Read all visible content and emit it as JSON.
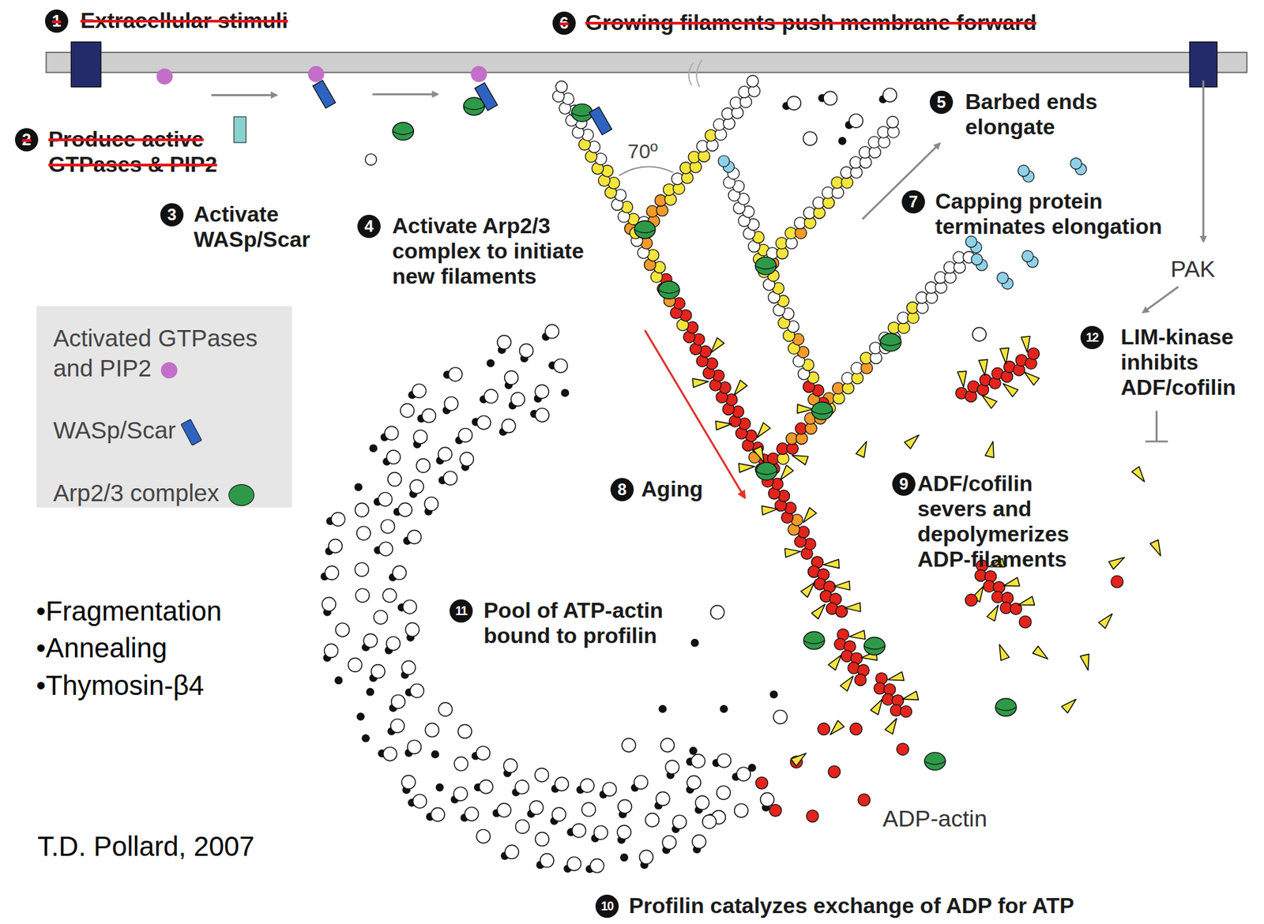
{
  "diagram": {
    "labels": [
      "1",
      "Extracellular stimuli",
      "6",
      "Growing filaments push membrane forward",
      "2",
      "Produce active GTPases & PIP2",
      "3",
      "Activate WASp/Scar",
      "4",
      "Activate Arp2/3 complex to initiate new filaments",
      "70º",
      "5",
      "Barbed ends elongate",
      "7",
      "Capping protein terminates elongation",
      "PAK",
      "12",
      "LIM-kinase inhibits ADF/cofilin",
      "8",
      "Aging",
      "9",
      "ADF/cofilin severs and depolymerizes ADP-filaments",
      "11",
      "Pool of ATP-actin bound to profilin",
      "ADP-actin",
      "10",
      "Profilin catalyzes exchange of ADP for ATP",
      "•Fragmentation",
      "•Annealing",
      "•Thymosin-β4",
      "T.D. Pollard, 2007"
    ],
    "legend": [
      {
        "text": "Activated GTPases and PIP2",
        "color": "#c36fc9"
      },
      {
        "text": "WASp/Scar",
        "color": "#2f63c0"
      },
      {
        "text": "Arp2/3 complex",
        "color": "#2e9a49"
      }
    ]
  }
}
